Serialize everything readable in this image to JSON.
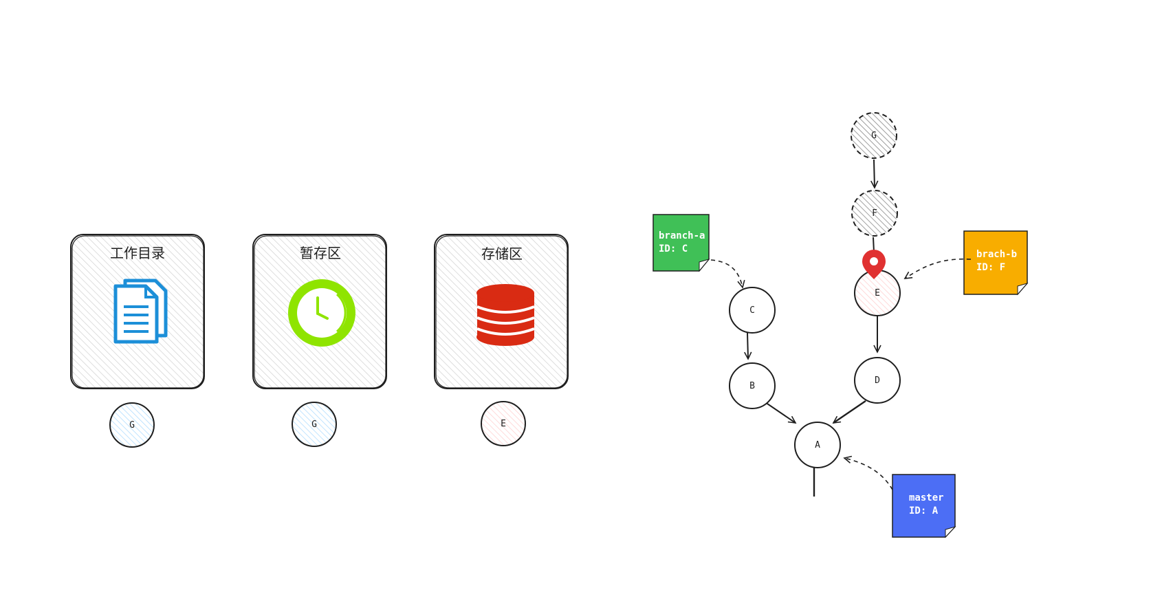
{
  "panels": [
    {
      "title": "工作目录",
      "icon": "document-icon",
      "node": "G",
      "node_fill": "#a5d8ff"
    },
    {
      "title": "暂存区",
      "icon": "clock-icon",
      "node": "G",
      "node_fill": "#a5d8ff"
    },
    {
      "title": "存储区",
      "icon": "database-icon",
      "node": "E",
      "node_fill": "#ffc9c9"
    }
  ],
  "graph": {
    "nodes": [
      {
        "id": "G",
        "style": "dashed-gray"
      },
      {
        "id": "F",
        "style": "dashed-gray"
      },
      {
        "id": "E",
        "style": "pink"
      },
      {
        "id": "D",
        "style": "plain"
      },
      {
        "id": "C",
        "style": "plain"
      },
      {
        "id": "B",
        "style": "plain"
      },
      {
        "id": "A",
        "style": "plain"
      }
    ]
  },
  "notes": [
    {
      "line1": "branch-a",
      "line2": "ID: C",
      "color": "#40c057"
    },
    {
      "line1": "brach-b",
      "line2": "ID: F",
      "color": "#f8ad00"
    },
    {
      "line1": "master",
      "line2": "ID: A",
      "color": "#4c6ef5"
    }
  ],
  "colors": {
    "doc_icon": "#1c8fd8",
    "clock_icon": "#8fe400",
    "db_icon": "#d92b13",
    "pin": "#e03131",
    "stroke": "#1e1e1e"
  }
}
